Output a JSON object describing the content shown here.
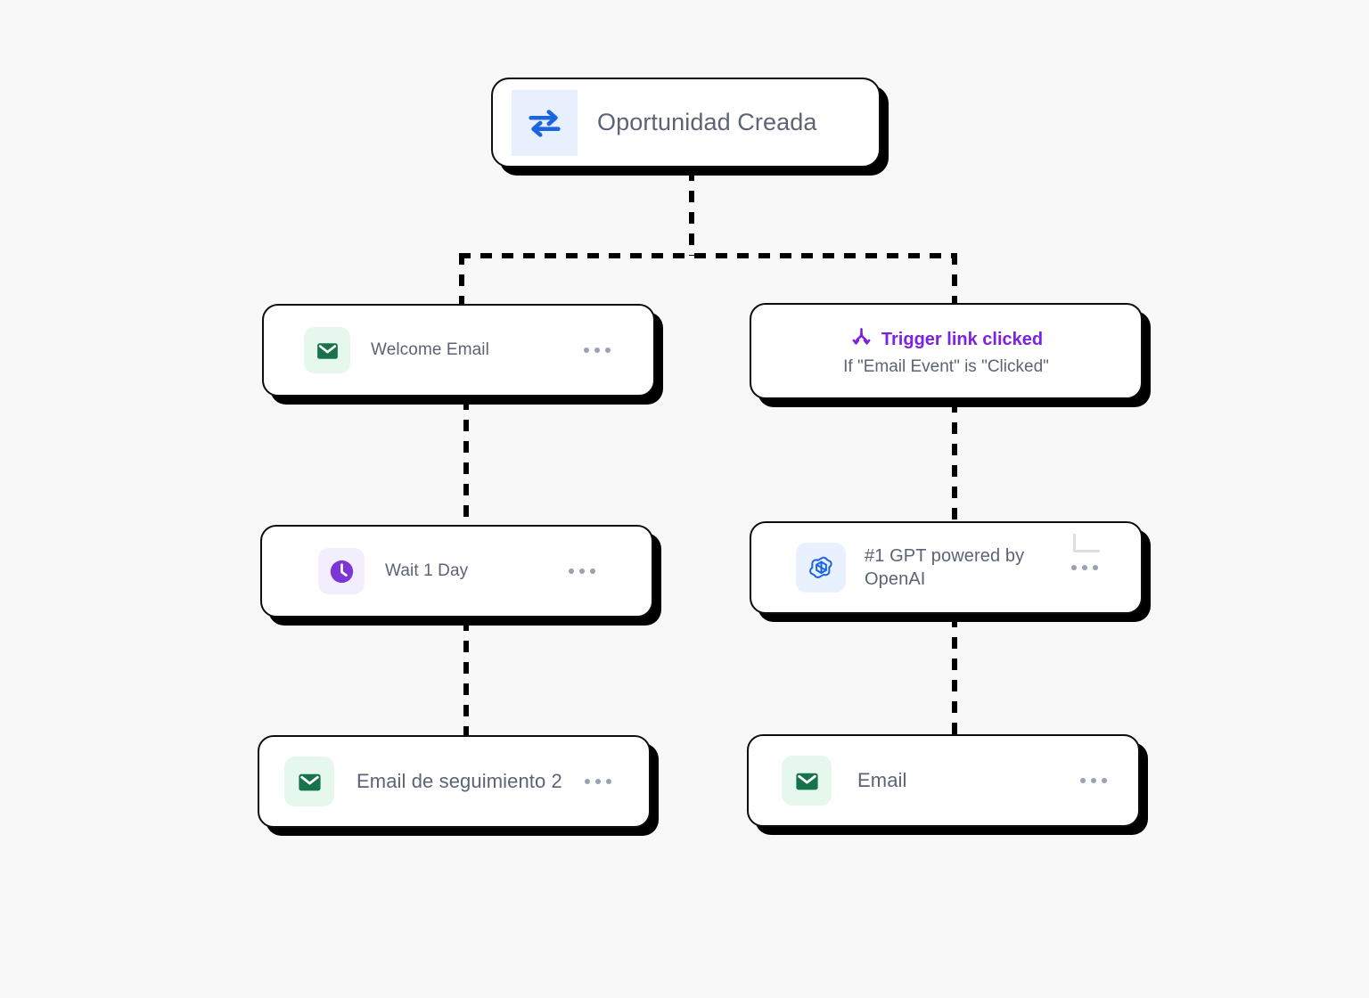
{
  "canvas": {
    "background_color": "#f8f8f8",
    "shadow_color": "#000000",
    "border_color": "#0d0d0d"
  },
  "workflow": {
    "trigger": {
      "label": "Oportunidad Creada",
      "icon": "swap-arrows-icon",
      "icon_color": "#1b65e0",
      "icon_bg": "#e8effd"
    },
    "branches": {
      "left": [
        {
          "label": "Welcome Email",
          "icon": "envelope-icon",
          "icon_color": "#17744a",
          "icon_bg": "#e6f8ed",
          "menu": "more-options"
        },
        {
          "label": "Wait 1 Day",
          "icon": "clock-icon",
          "icon_color": "#7c35d6",
          "icon_bg": "#f3eefe",
          "menu": "more-options"
        },
        {
          "label": "Email de seguimiento 2",
          "icon": "envelope-icon",
          "icon_color": "#17744a",
          "icon_bg": "#e6f8ed",
          "menu": "more-options"
        }
      ],
      "right": [
        {
          "title": "Trigger link clicked",
          "subtitle": "If \"Email Event\" is \"Clicked\"",
          "icon": "branch-fork-icon",
          "icon_color": "#7c22e0",
          "title_color": "#7c22e0"
        },
        {
          "label": "#1 GPT powered by OpenAI",
          "icon": "openai-logo-icon",
          "icon_color": "#1b65e0",
          "icon_bg": "#eaf1fe",
          "menu": "more-options"
        },
        {
          "label": "Email",
          "icon": "envelope-icon",
          "icon_color": "#17744a",
          "icon_bg": "#e6f8ed",
          "menu": "more-options"
        }
      ]
    }
  }
}
